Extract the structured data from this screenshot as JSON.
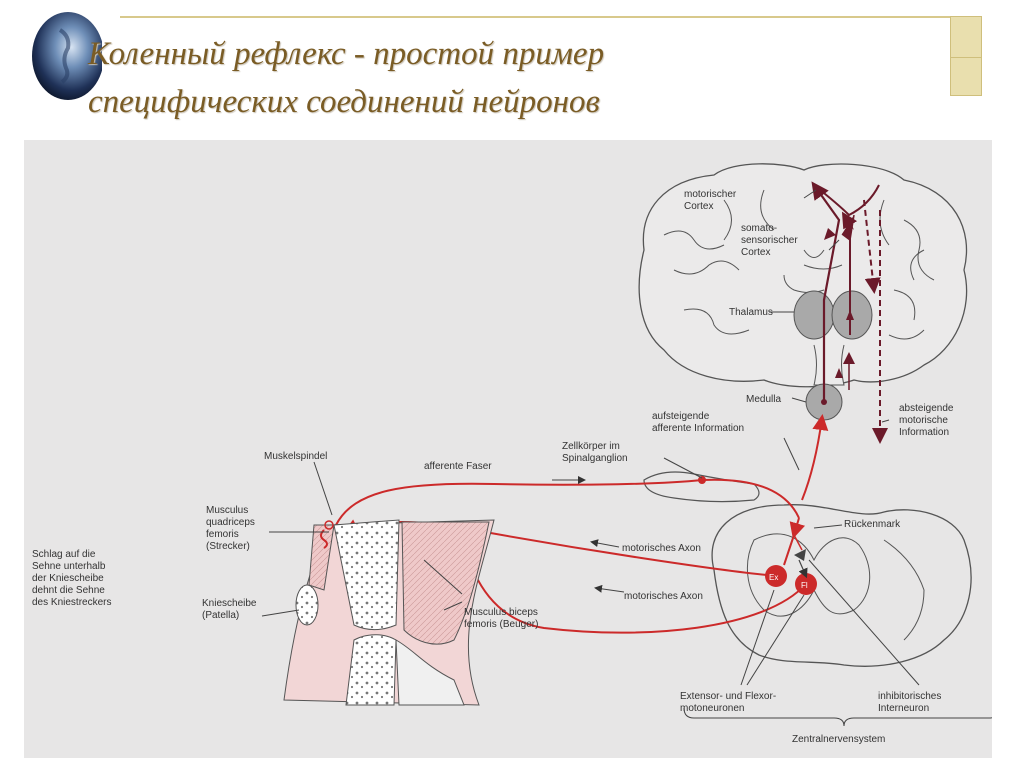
{
  "slide": {
    "title_line1": "Коленный рефлекс - простой пример",
    "title_line2": "специфических соединений нейронов"
  },
  "labels": {
    "motor_cortex_1": "motorischer",
    "motor_cortex_2": "Cortex",
    "somato_1": "somato-",
    "somato_2": "sensorischer",
    "somato_3": "Cortex",
    "thalamus": "Thalamus",
    "medulla": "Medulla",
    "ascending_1": "aufsteigende",
    "ascending_2": "afferente Information",
    "descending_1": "absteigende",
    "descending_2": "motorische",
    "descending_3": "Information",
    "zellkoerper_1": "Zellkörper im",
    "zellkoerper_2": "Spinalganglion",
    "muskelspindel": "Muskelspindel",
    "afferente_faser": "afferente Faser",
    "quadriceps_1": "Musculus",
    "quadriceps_2": "quadriceps",
    "quadriceps_3": "femoris",
    "quadriceps_4": "(Strecker)",
    "rueckenmark": "Rückenmark",
    "motor_axon_1": "motorisches Axon",
    "motor_axon_2": "motorisches Axon",
    "schlag_1": "Schlag auf die",
    "schlag_2": "Sehne unterhalb",
    "schlag_3": "der Kniescheibe",
    "schlag_4": "dehnt die Sehne",
    "schlag_5": "des Kniestreckers",
    "patella_1": "Kniescheibe",
    "patella_2": "(Patella)",
    "biceps_1": "Musculus biceps",
    "biceps_2": "femoris (Beuger)",
    "motoneurons_1": "Extensor- und Flexor-",
    "motoneurons_2": "motoneuronen",
    "interneuron_1": "inhibitorisches",
    "interneuron_2": "Interneuron",
    "zns": "Zentralnervensystem",
    "ex": "Ex",
    "fl": "Fl"
  },
  "colors": {
    "title": "#7a5c25",
    "nerve_red": "#cc2a2a",
    "tract_dark": "#6b1a2a",
    "line_dark": "#444444",
    "muscle_pink": "#e8bcbc",
    "thalamus_grey": "#a9a9a9",
    "background_panel": "#e7e6e6"
  },
  "icons": [
    "globe-icon"
  ]
}
